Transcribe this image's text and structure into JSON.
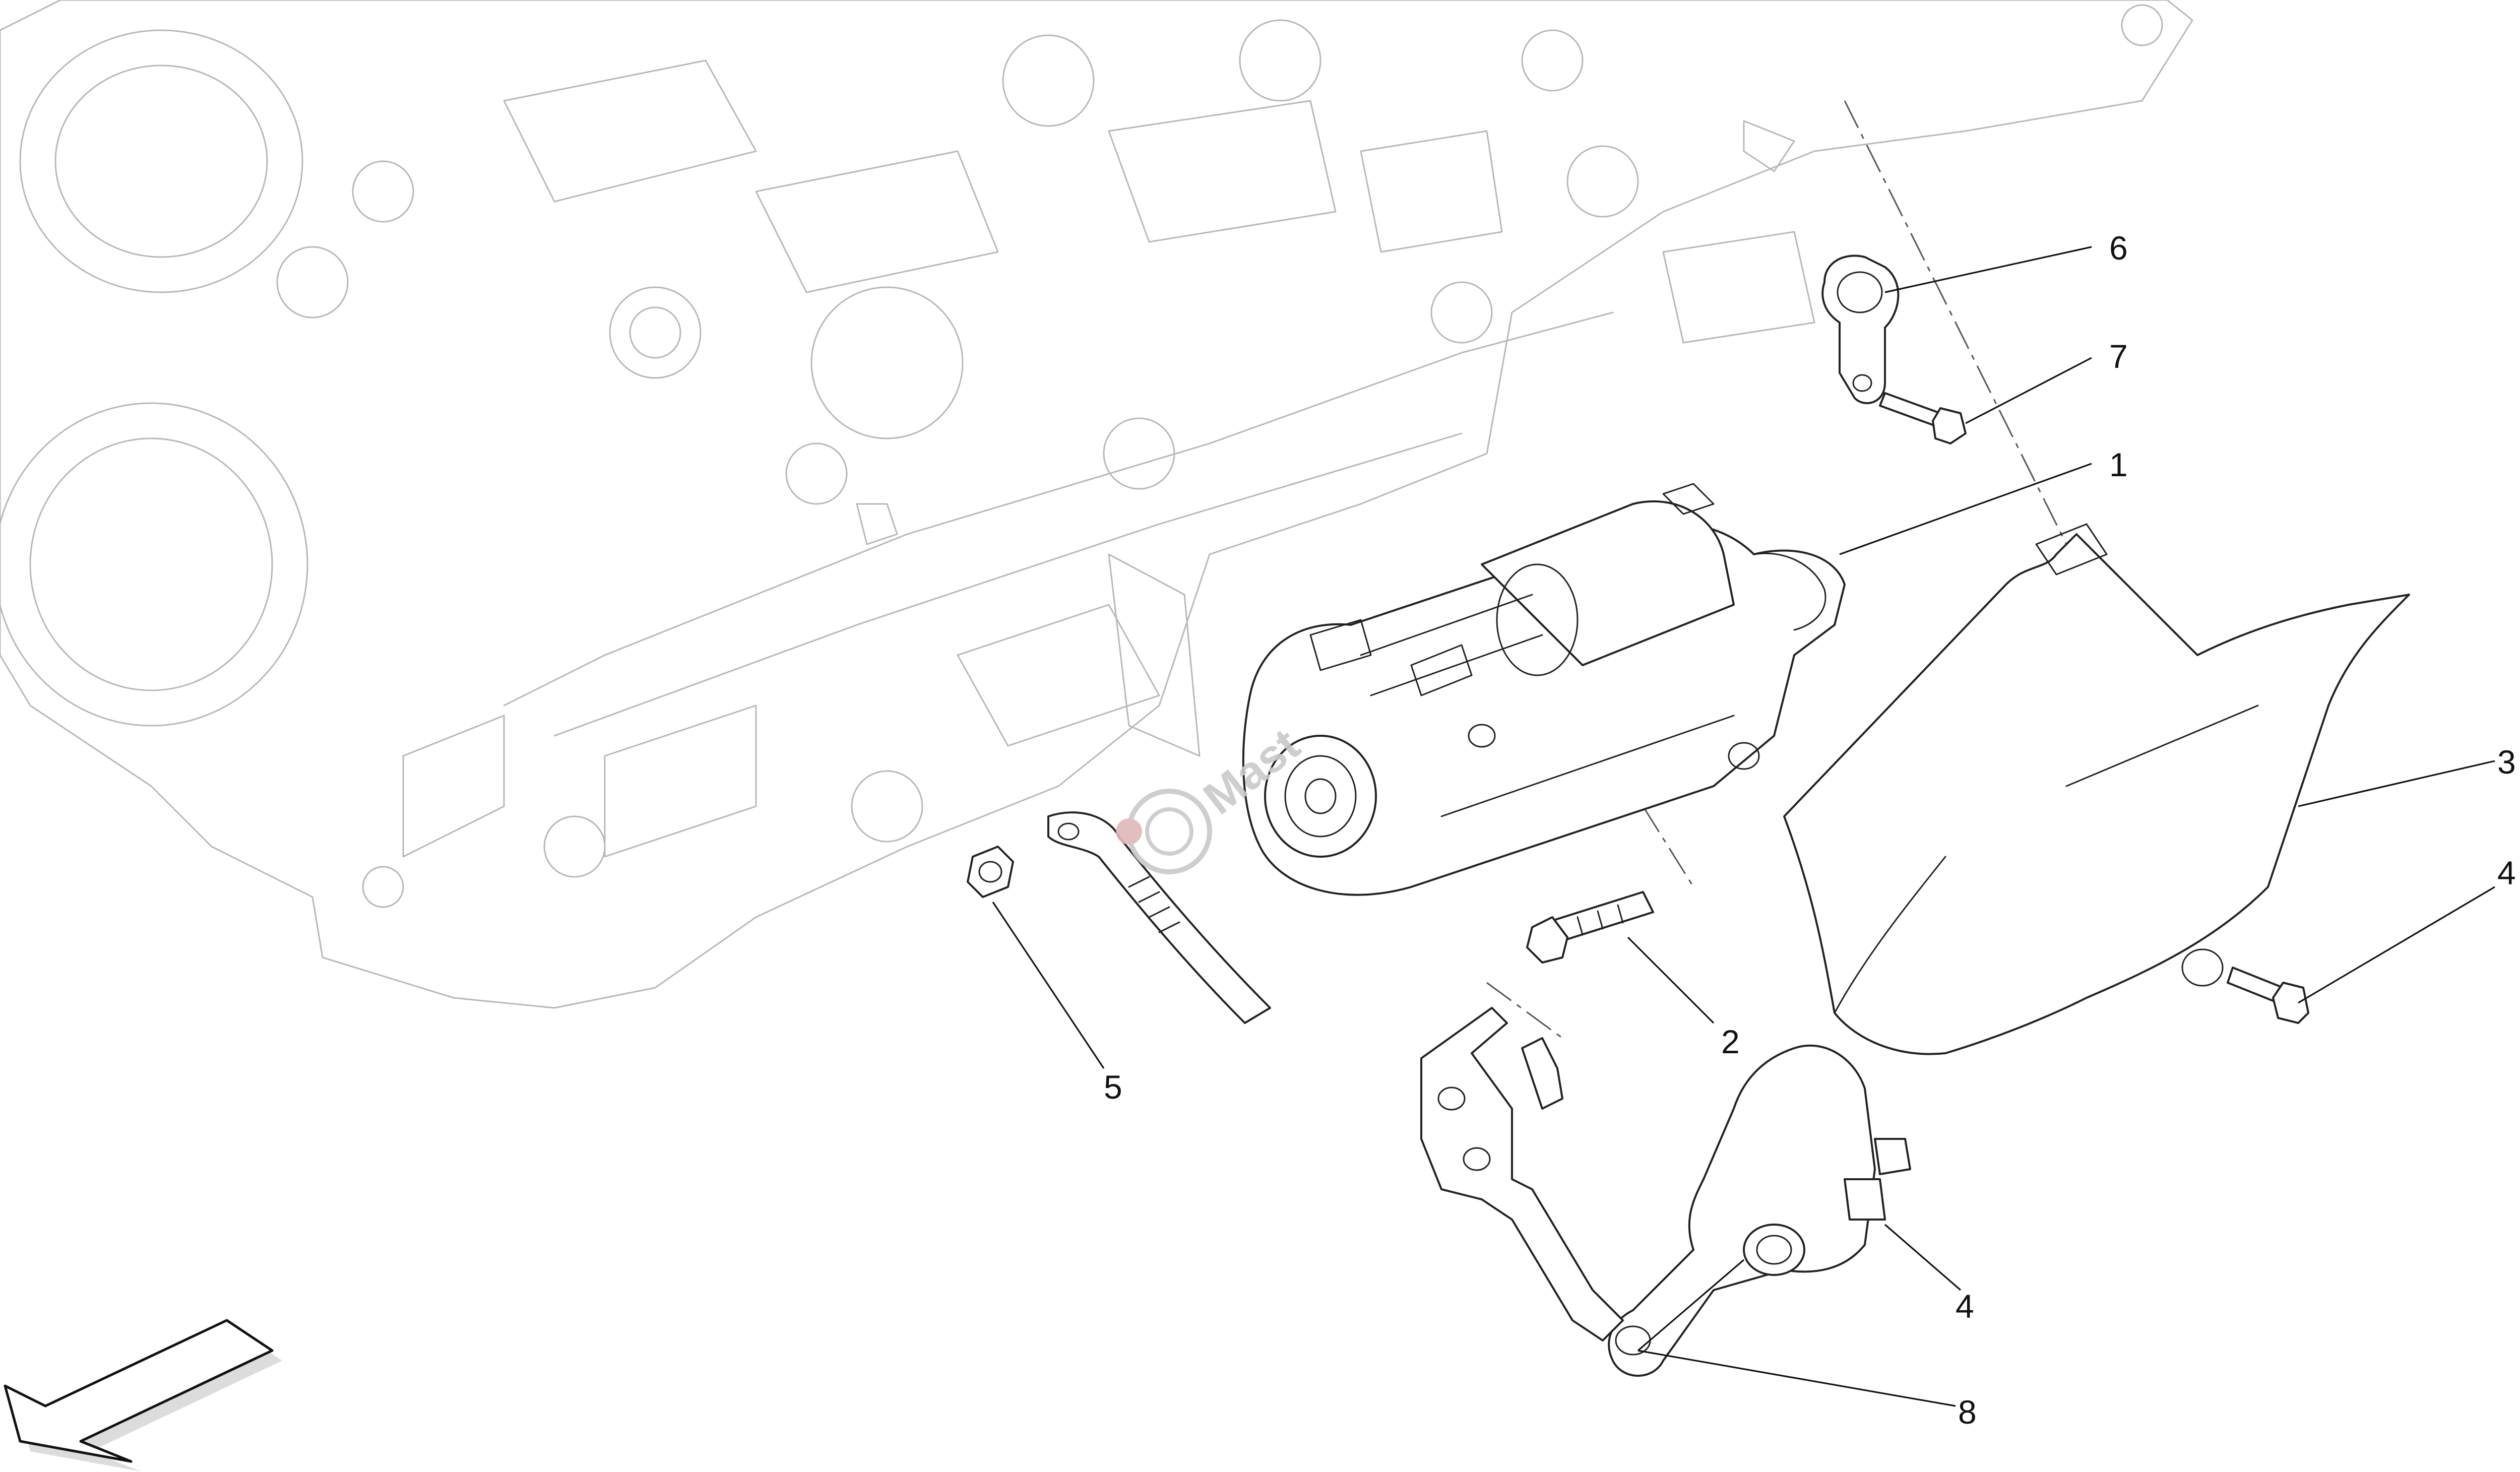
{
  "callouts": [
    {
      "id": "starter-motor",
      "label": "1"
    },
    {
      "id": "starter-bolt",
      "label": "2"
    },
    {
      "id": "heat-shield",
      "label": "3"
    },
    {
      "id": "shield-bolt-upper",
      "label": "4"
    },
    {
      "id": "shield-bolt-lower",
      "label": "4"
    },
    {
      "id": "cable-nut",
      "label": "5"
    },
    {
      "id": "cable-clip",
      "label": "6"
    },
    {
      "id": "clip-screw",
      "label": "7"
    },
    {
      "id": "lower-bracket",
      "label": "8"
    }
  ],
  "watermark": {
    "text": "Mast"
  },
  "colors": {
    "engine_outline": "#b8b8b8",
    "part_outline": "#222222",
    "label": "#111111",
    "watermark": "#c9c9c9",
    "watermark_accent": "#e0b8b8"
  },
  "icons": [
    "front-direction-arrow-icon",
    "watermark-logo-icon"
  ]
}
